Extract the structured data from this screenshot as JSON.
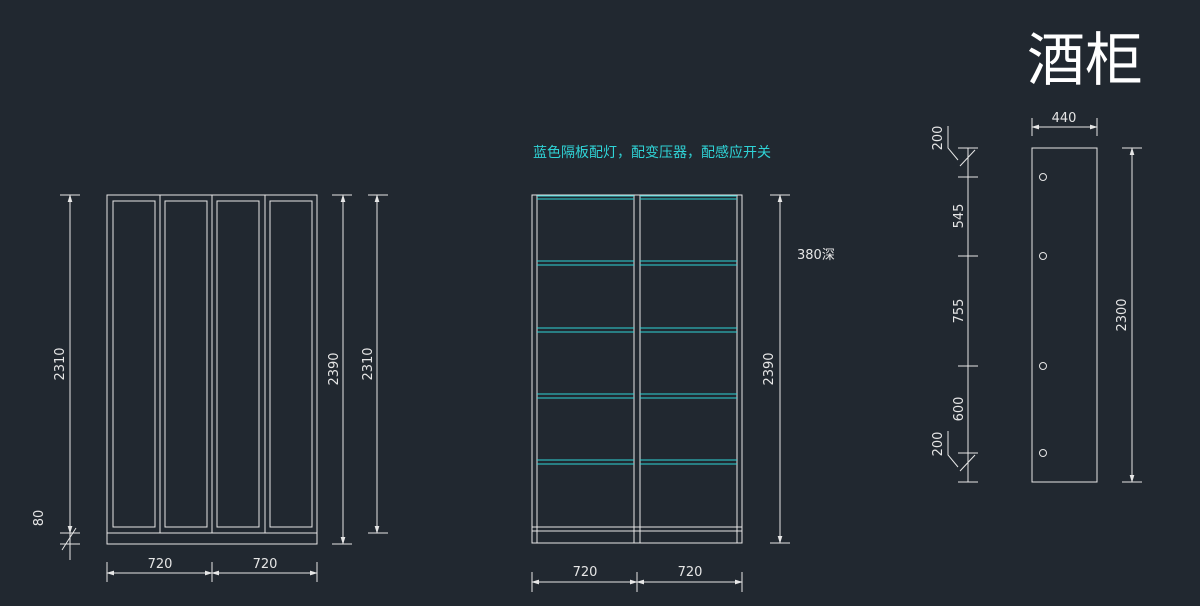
{
  "title": "酒柜",
  "colors": {
    "background": "#212830",
    "line": "#e6e6e6",
    "shelf": "#2fd3d6",
    "note": "#2fd3d6"
  },
  "front_view": {
    "height_left": "2310",
    "height_total": "2390",
    "height_right": "2310",
    "base": "80",
    "width_left": "720",
    "width_right": "720"
  },
  "interior_view": {
    "note": "蓝色隔板配灯，配变压器，配感应开关",
    "depth": "380深",
    "height": "2390",
    "width_left": "720",
    "width_right": "720"
  },
  "side_panel": {
    "width": "440",
    "height": "2300",
    "dim_top": "200",
    "dim_1": "545",
    "dim_2": "755",
    "dim_3": "600",
    "dim_bottom": "200"
  }
}
